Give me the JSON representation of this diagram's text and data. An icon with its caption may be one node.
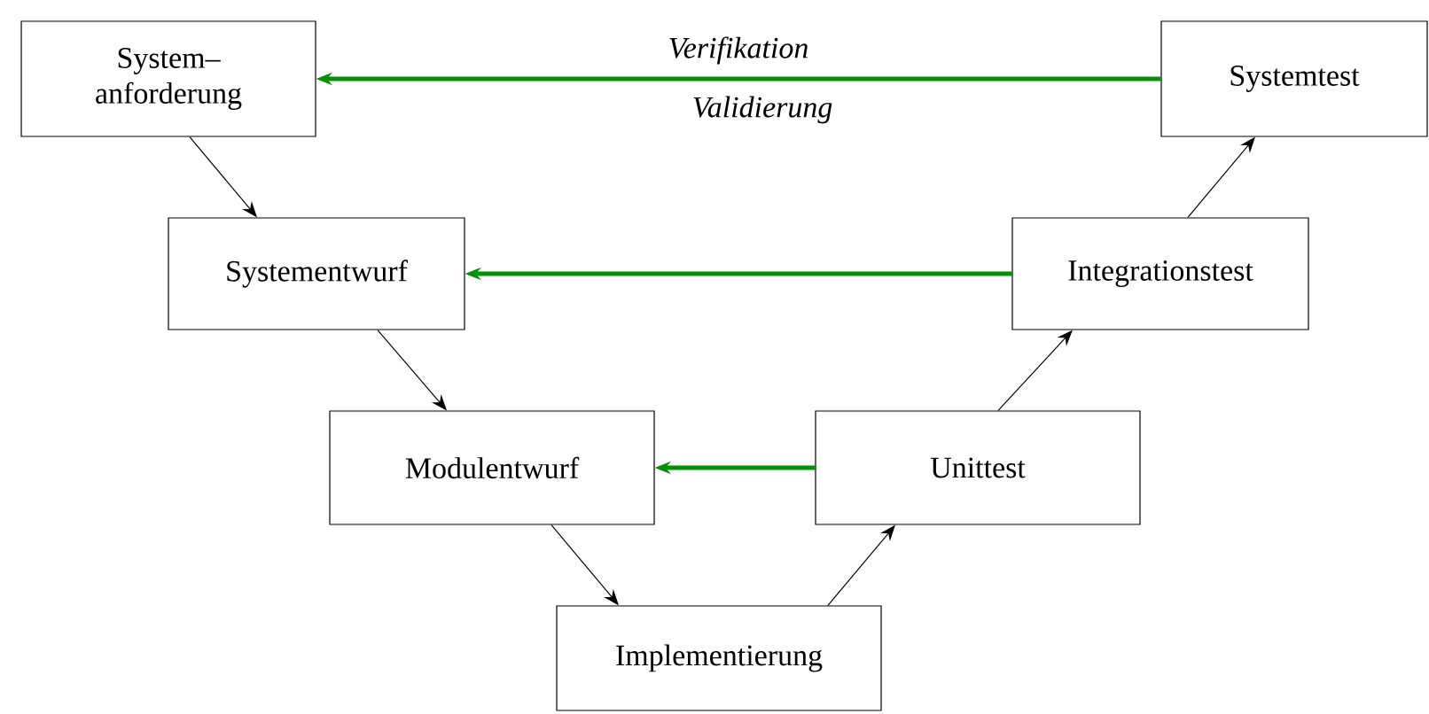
{
  "diagram": {
    "nodes": [
      {
        "text": [
          "System– anforderung"
        ]
      },
      {
        "text": [
          "Systementwurf"
        ]
      },
      {
        "text": [
          "Modulentwurf"
        ]
      },
      {
        "text": [
          "Implementierung"
        ]
      },
      {
        "text": [
          "Unittest"
        ]
      },
      {
        "text": [
          "Integrationstest"
        ]
      },
      {
        "text": [
          "Systemtest"
        ]
      }
    ],
    "edges": [
      {
        "from": 0,
        "to": 1,
        "arrow": "to"
      },
      {
        "from": 1,
        "to": 2,
        "arrow": "to"
      },
      {
        "from": 2,
        "to": 3,
        "arrow": "to"
      },
      {
        "from": 3,
        "to": 4,
        "arrow": "to"
      },
      {
        "from": 4,
        "to": 5,
        "arrow": "to"
      },
      {
        "from": 5,
        "to": 6,
        "arrow": "to"
      },
      {
        "from": 6,
        "to": 0,
        "arrow": "to",
        "label": "Verifikation",
        "style": "thick",
        "color": "#009000"
      },
      {
        "from": 5,
        "to": 1,
        "arrow": "to",
        "style": "thick",
        "color": "#009000"
      },
      {
        "from": 4,
        "to": 2,
        "arrow": "to",
        "style": "thick",
        "color": "#009000"
      }
    ],
    "labels": [
      "Validierung"
    ]
  }
}
